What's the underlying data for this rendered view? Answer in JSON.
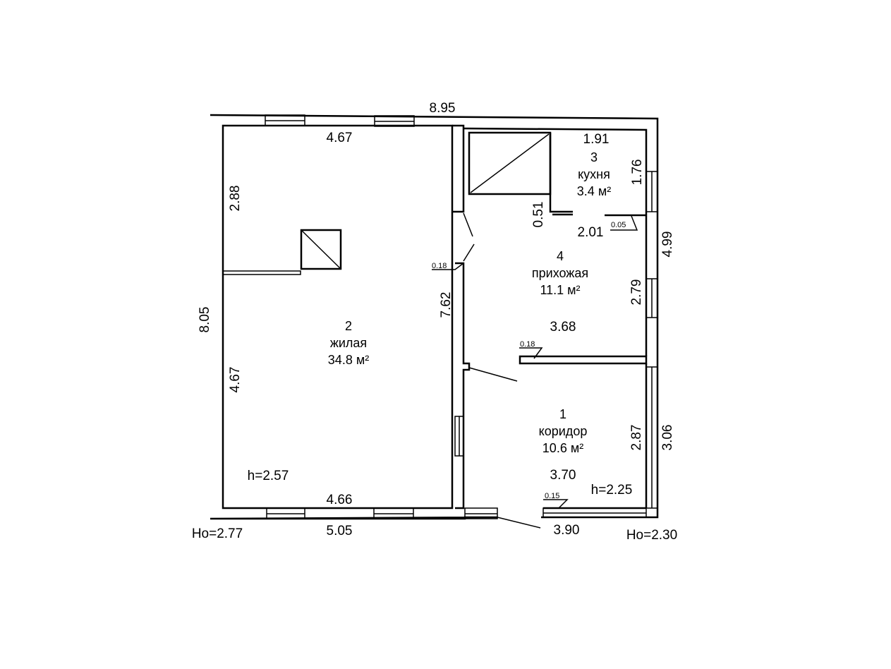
{
  "dimensions": {
    "total_width": "8.95",
    "total_height": "8.05",
    "living_top_width": "4.67",
    "living_left_upper": "2.88",
    "living_left_lower": "4.67",
    "living_bottom_inner": "4.66",
    "living_bottom_outer": "5.05",
    "living_right": "7.62",
    "kitchen_width": "1.91",
    "kitchen_height": "1.76",
    "kitchen_niche": "0.51",
    "hall_top": "2.01",
    "hall_height": "2.79",
    "hall_width": "3.68",
    "hall_right_outer": "4.99",
    "corridor_width": "3.70",
    "corridor_outer_width": "3.90",
    "corridor_height": "2.87",
    "corridor_outer_height": "3.06",
    "wall_018_a": "0.18",
    "wall_018_b": "0.18",
    "wall_005": "0.05",
    "wall_015": "0.15"
  },
  "rooms": [
    {
      "number": "1",
      "name": "коридор",
      "area": "10.6 м²"
    },
    {
      "number": "2",
      "name": "жилая",
      "area": "34.8 м²"
    },
    {
      "number": "3",
      "name": "кухня",
      "area": "3.4 м²"
    },
    {
      "number": "4",
      "name": "прихожая",
      "area": "11.1 м²"
    }
  ],
  "heights": {
    "living_h": "h=2.57",
    "corridor_h": "h=2.25",
    "ho_left": "Ho=2.77",
    "ho_right": "Ho=2.30"
  }
}
